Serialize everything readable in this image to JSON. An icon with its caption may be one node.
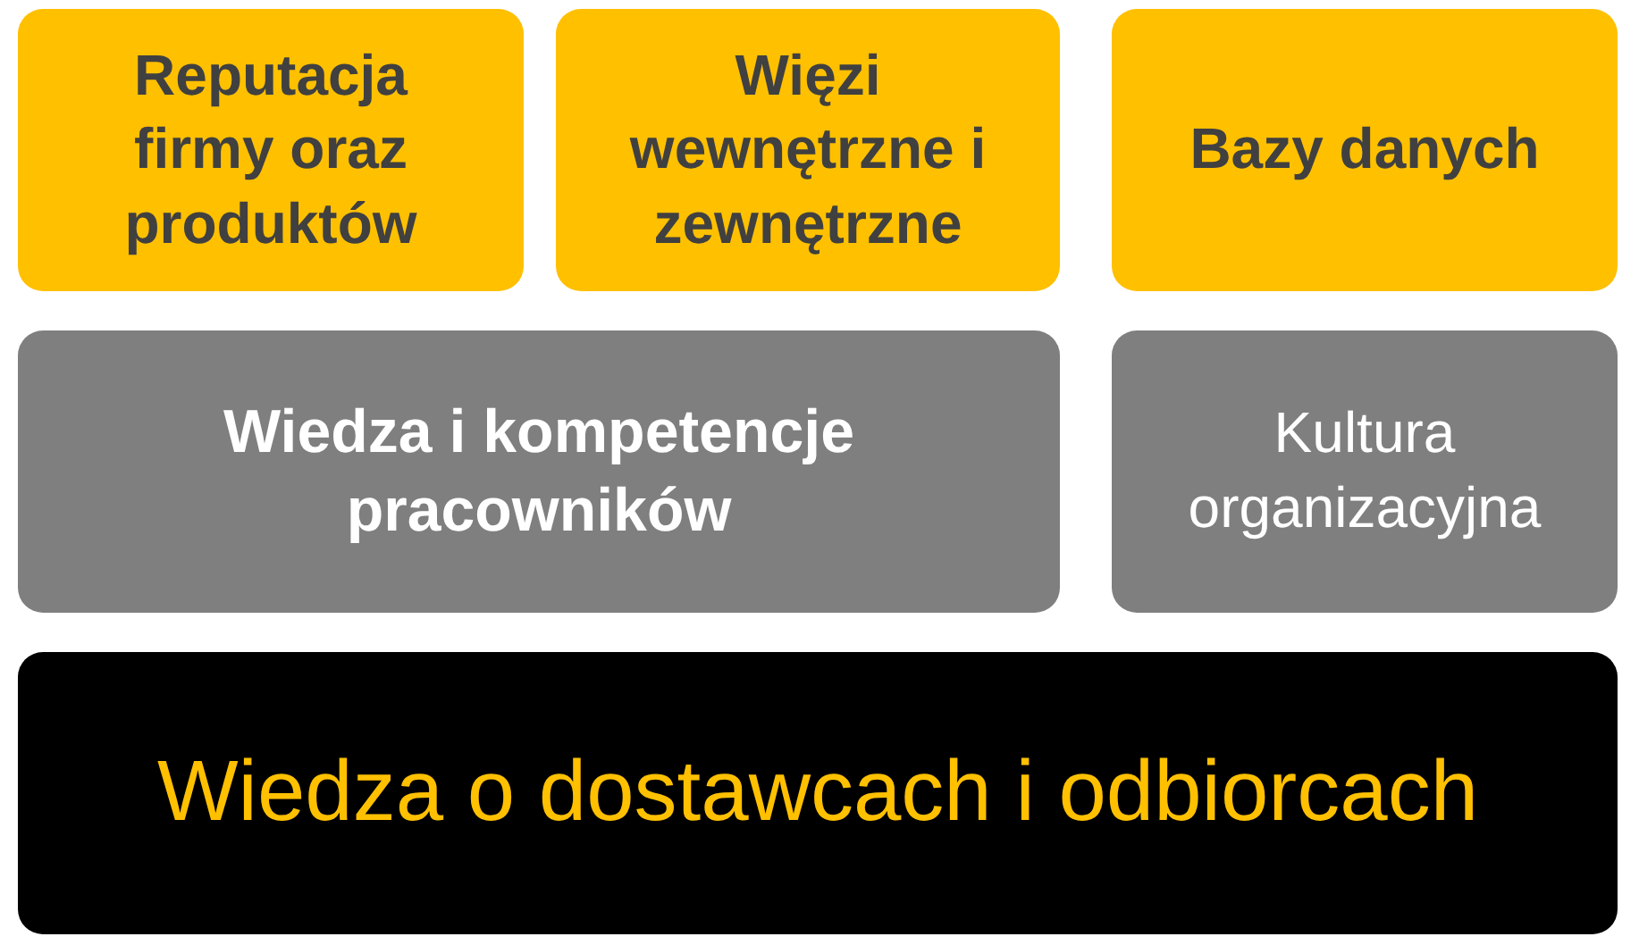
{
  "diagram": {
    "nodes": [
      {
        "text": [
          "Reputacja firmy oraz produktów"
        ]
      },
      {
        "text": [
          "Więzi wewnętrzne i zewnętrzne"
        ]
      },
      {
        "text": [
          "Bazy danych"
        ]
      },
      {
        "text": [
          "Wiedza i kompetencje pracowników"
        ]
      },
      {
        "text": [
          "Kultura organizacyjna"
        ]
      },
      {
        "text": [
          "Wiedza o dostawcach i odbiorcach"
        ]
      }
    ]
  }
}
